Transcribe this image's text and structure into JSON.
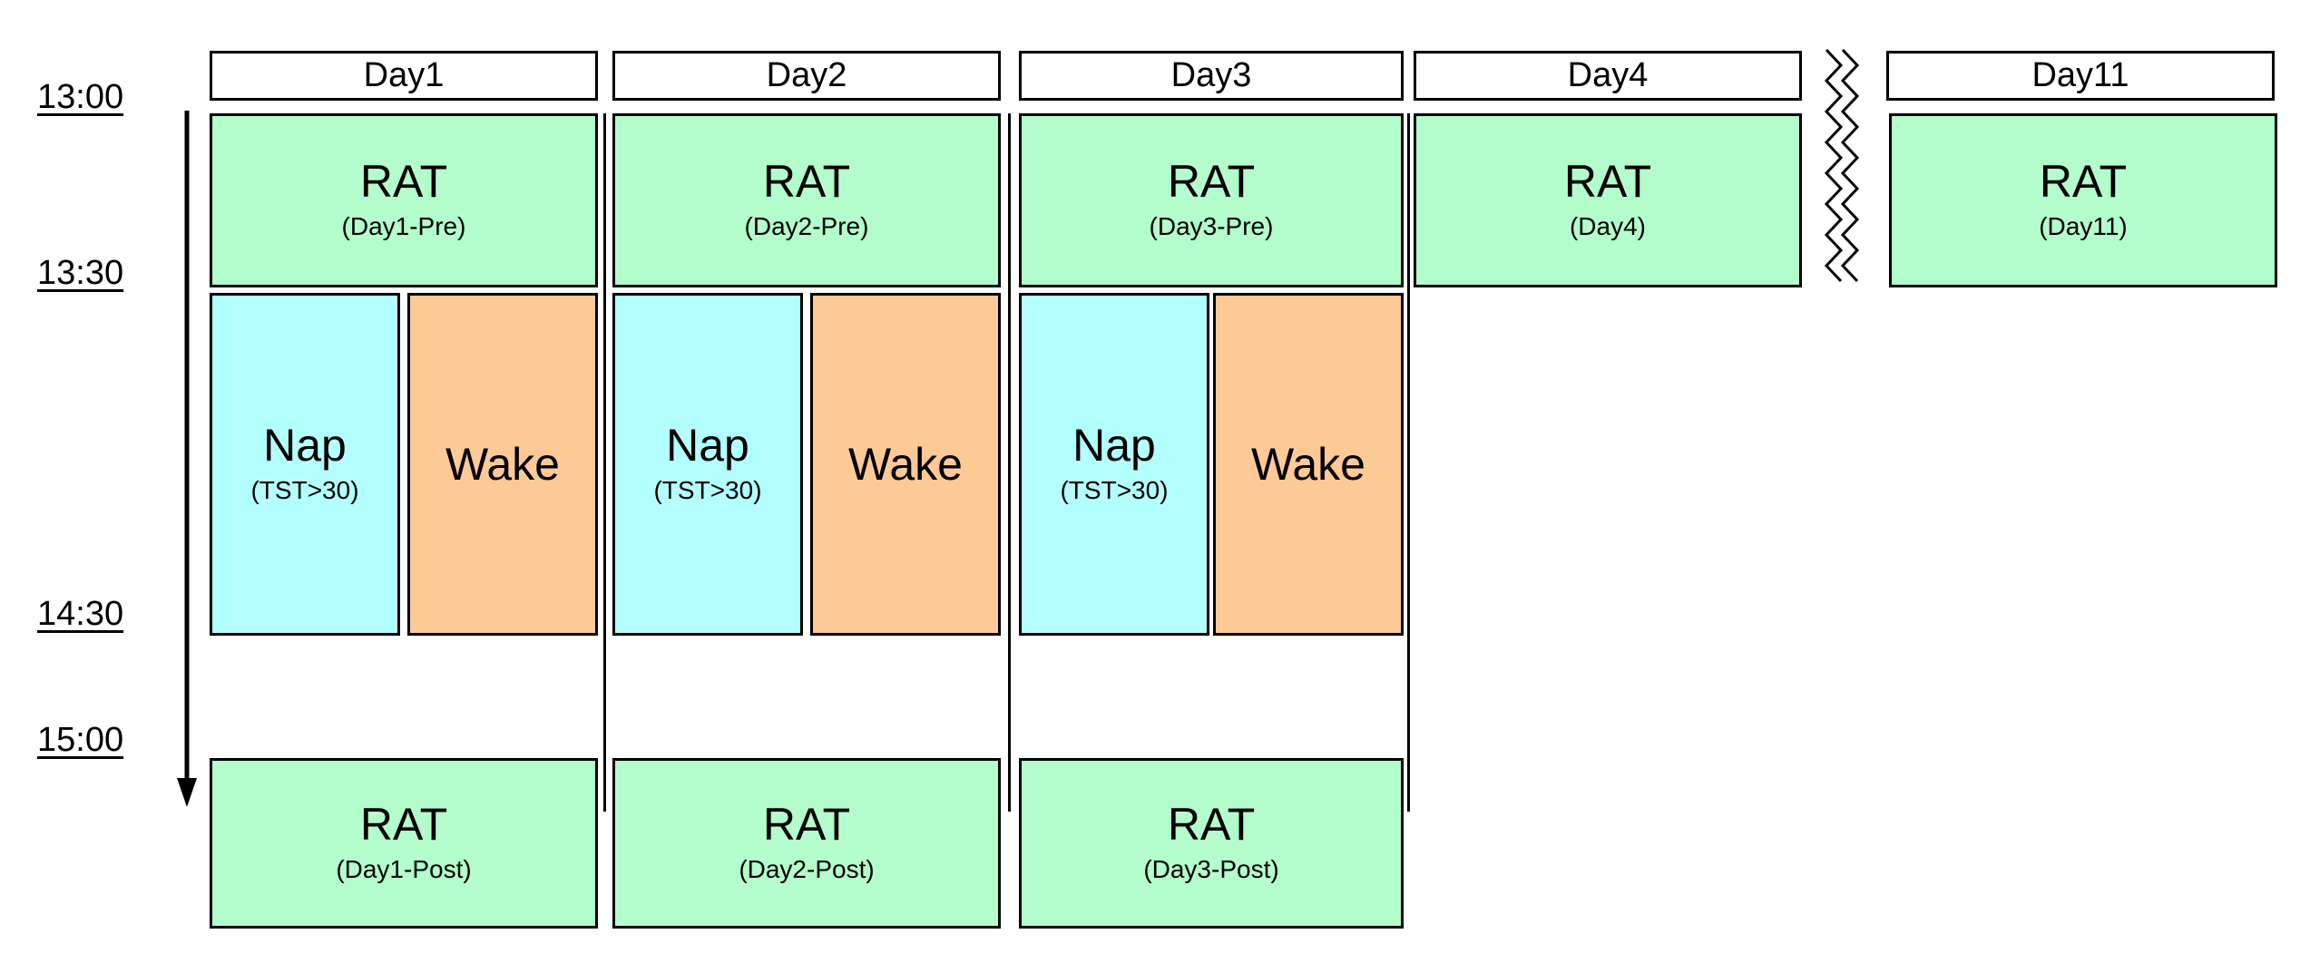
{
  "times": [
    "13:00",
    "13:30",
    "14:30",
    "15:00"
  ],
  "days": [
    "Day1",
    "Day2",
    "Day3",
    "Day4",
    "Day11"
  ],
  "colors": {
    "rat": "#b3fccb",
    "nap": "#b3ffff",
    "wake": "#fdca96"
  },
  "pre": [
    {
      "title": "RAT",
      "sub": "(Day1-Pre)"
    },
    {
      "title": "RAT",
      "sub": "(Day2-Pre)"
    },
    {
      "title": "RAT",
      "sub": "(Day3-Pre)"
    },
    {
      "title": "RAT",
      "sub": "(Day4)"
    },
    {
      "title": "RAT",
      "sub": "(Day11)"
    }
  ],
  "nap": {
    "title": "Nap",
    "sub": "(TST>30)"
  },
  "wake": {
    "title": "Wake"
  },
  "post": [
    {
      "title": "RAT",
      "sub": "(Day1-Post)"
    },
    {
      "title": "RAT",
      "sub": "(Day2-Post)"
    },
    {
      "title": "RAT",
      "sub": "(Day3-Post)"
    }
  ]
}
